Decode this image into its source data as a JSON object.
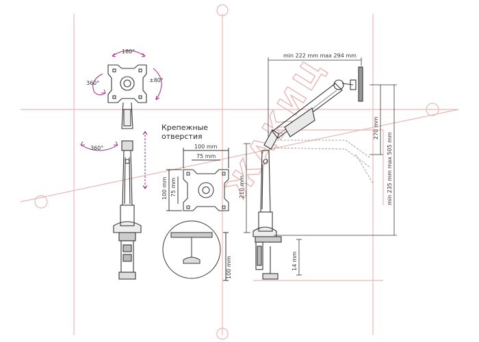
{
  "colors": {
    "line": "#333333",
    "rotation_arrow": "#a0287a",
    "watermark": "#e8b7b2",
    "panel": "#d9d9d9"
  },
  "rotations": {
    "top": "180°",
    "left": "360°",
    "right": "±80°",
    "lower": "360°"
  },
  "mounting": {
    "title_line1": "Крепежные",
    "title_line2": "отверстия",
    "width_outer": "100 mm",
    "width_inner": "75 mm",
    "height_outer": "100 mm",
    "height_inner": "75 mm"
  },
  "clamp": {
    "thickness": "100 mm",
    "min_thickness": "14 mm"
  },
  "reach": {
    "horizontal": "min 222 mm max 294 mm",
    "vertical_total": "min 235 mm max 505 mm",
    "height_270": "270 mm",
    "pole_height": "210 mm"
  },
  "watermark": {
    "text": "ЖАКИЦ"
  }
}
